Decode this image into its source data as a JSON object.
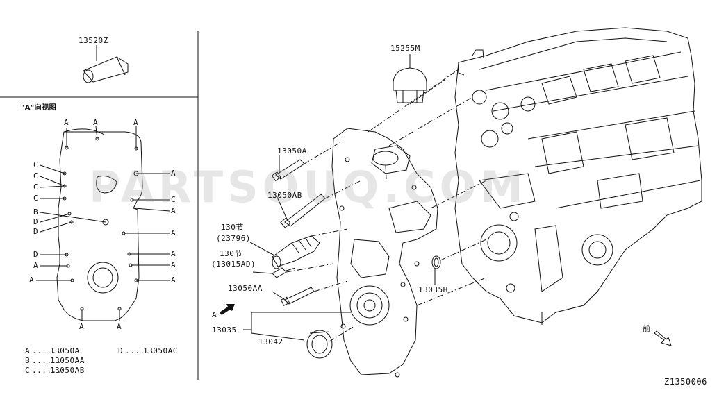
{
  "parts": {
    "p13520z": "13520Z",
    "p15255m": "15255M",
    "p13050a": "13050A",
    "p13050ab": "13050AB",
    "p130_23796_a": "130节",
    "p130_23796_b": "(23796)",
    "p130_13015ad_a": "130节",
    "p130_13015ad_b": "(13015AD)",
    "p13050aa": "13050AA",
    "p13035h": "13035H",
    "p13035": "13035",
    "p13042": "13042"
  },
  "view_title": "\"A\"向视图",
  "view_arrow_label": "A",
  "front_label": "前",
  "view_letters": {
    "top": [
      "A",
      "A",
      "A"
    ],
    "left": [
      "C",
      "C",
      "C",
      "C",
      "B",
      "D",
      "D",
      "D",
      "A"
    ],
    "right": [
      "A",
      "C",
      "A",
      "A",
      "A",
      "A",
      "A"
    ],
    "bottom": [
      "A",
      "A"
    ]
  },
  "legend": [
    {
      "key": "A",
      "dots": "......",
      "part": "13050A"
    },
    {
      "key": "B",
      "dots": "......",
      "part": "13050AA"
    },
    {
      "key": "C",
      "dots": "......",
      "part": "13050AB"
    },
    {
      "key": "D",
      "dots": "......",
      "part": "13050AC"
    }
  ],
  "diagram_id": "Z1350006",
  "watermark": "PARTSOUQ.COM"
}
